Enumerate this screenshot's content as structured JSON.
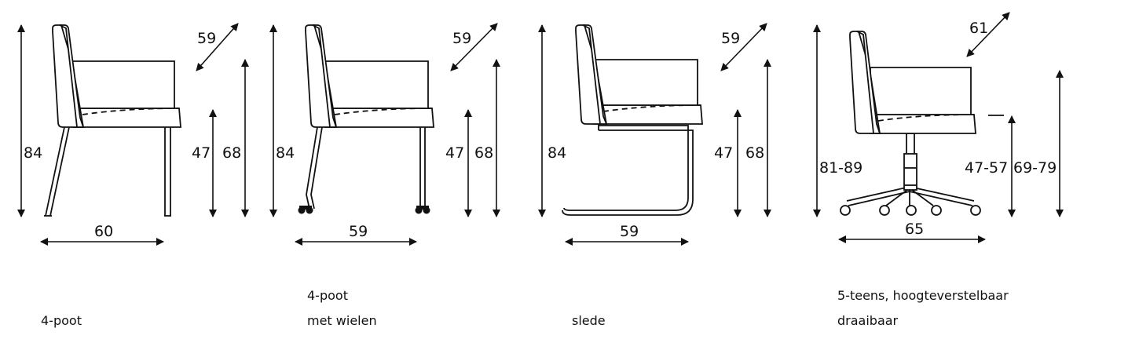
{
  "variants": [
    {
      "id": "four-leg",
      "caption": [
        "",
        "4-poot"
      ],
      "height": "84",
      "seat_height": "47",
      "arm_height": "68",
      "depth": "59",
      "width": "60"
    },
    {
      "id": "four-leg-wheels",
      "caption": [
        "4-poot",
        "met wielen"
      ],
      "height": "84",
      "seat_height": "47",
      "arm_height": "68",
      "depth": "59",
      "width": "59"
    },
    {
      "id": "sled",
      "caption": [
        "",
        "slede"
      ],
      "height": "84",
      "seat_height": "47",
      "arm_height": "68",
      "depth": "59",
      "width": "59"
    },
    {
      "id": "swivel",
      "caption": [
        "5-teens, hoogteverstelbaar",
        "draaibaar"
      ],
      "height": "81-89",
      "seat_height": "47-57",
      "arm_height": "69-79",
      "depth": "61",
      "width": "65"
    }
  ]
}
